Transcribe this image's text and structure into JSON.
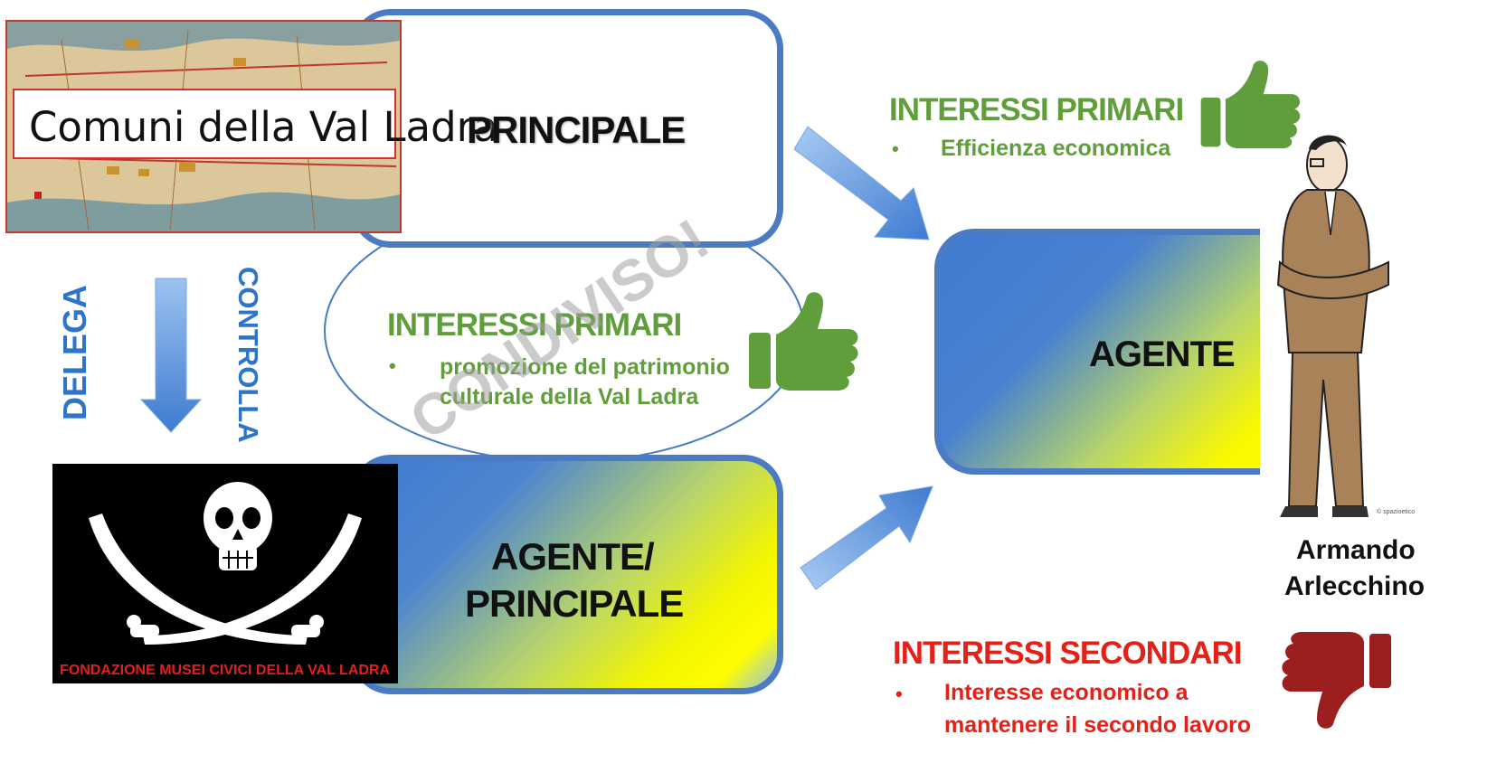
{
  "map_label": "Comuni della Val Ladra",
  "principale_box": {
    "label": "PRINCIPALE"
  },
  "delega": "DELEGA",
  "controlla": "CONTROLLA",
  "shared": {
    "title": "INTERESSI PRIMARI",
    "bullet": "•",
    "line1": "promozione del patrimonio",
    "line2": "culturale della Val Ladra",
    "watermark": "CONDIVISO!"
  },
  "agent_principal_box": {
    "line1": "AGENTE/",
    "line2": "PRINCIPALE"
  },
  "flag_caption": "FONDAZIONE MUSEI CIVICI DELLA VAL LADRA",
  "agent_box": {
    "label": "AGENTE"
  },
  "primary_right": {
    "title": "INTERESSI PRIMARI",
    "bullet": "•",
    "item": "Efficienza economica"
  },
  "secondary": {
    "title": "INTERESSI SECONDARI",
    "bullet": "•",
    "line1": "Interesse economico a",
    "line2": "mantenere il secondo lavoro"
  },
  "person": {
    "name_line1": "Armando",
    "name_line2": "Arlecchino",
    "credit": "© spazioetico"
  },
  "colors": {
    "green": "#5f9e3b",
    "red": "#e32119",
    "blue": "#2e74c9",
    "thumb_down": "#9b1f1f"
  },
  "icons": [
    "thumbs-up-icon",
    "thumbs-down-icon",
    "skull-crossed-swords-icon",
    "map-image"
  ]
}
